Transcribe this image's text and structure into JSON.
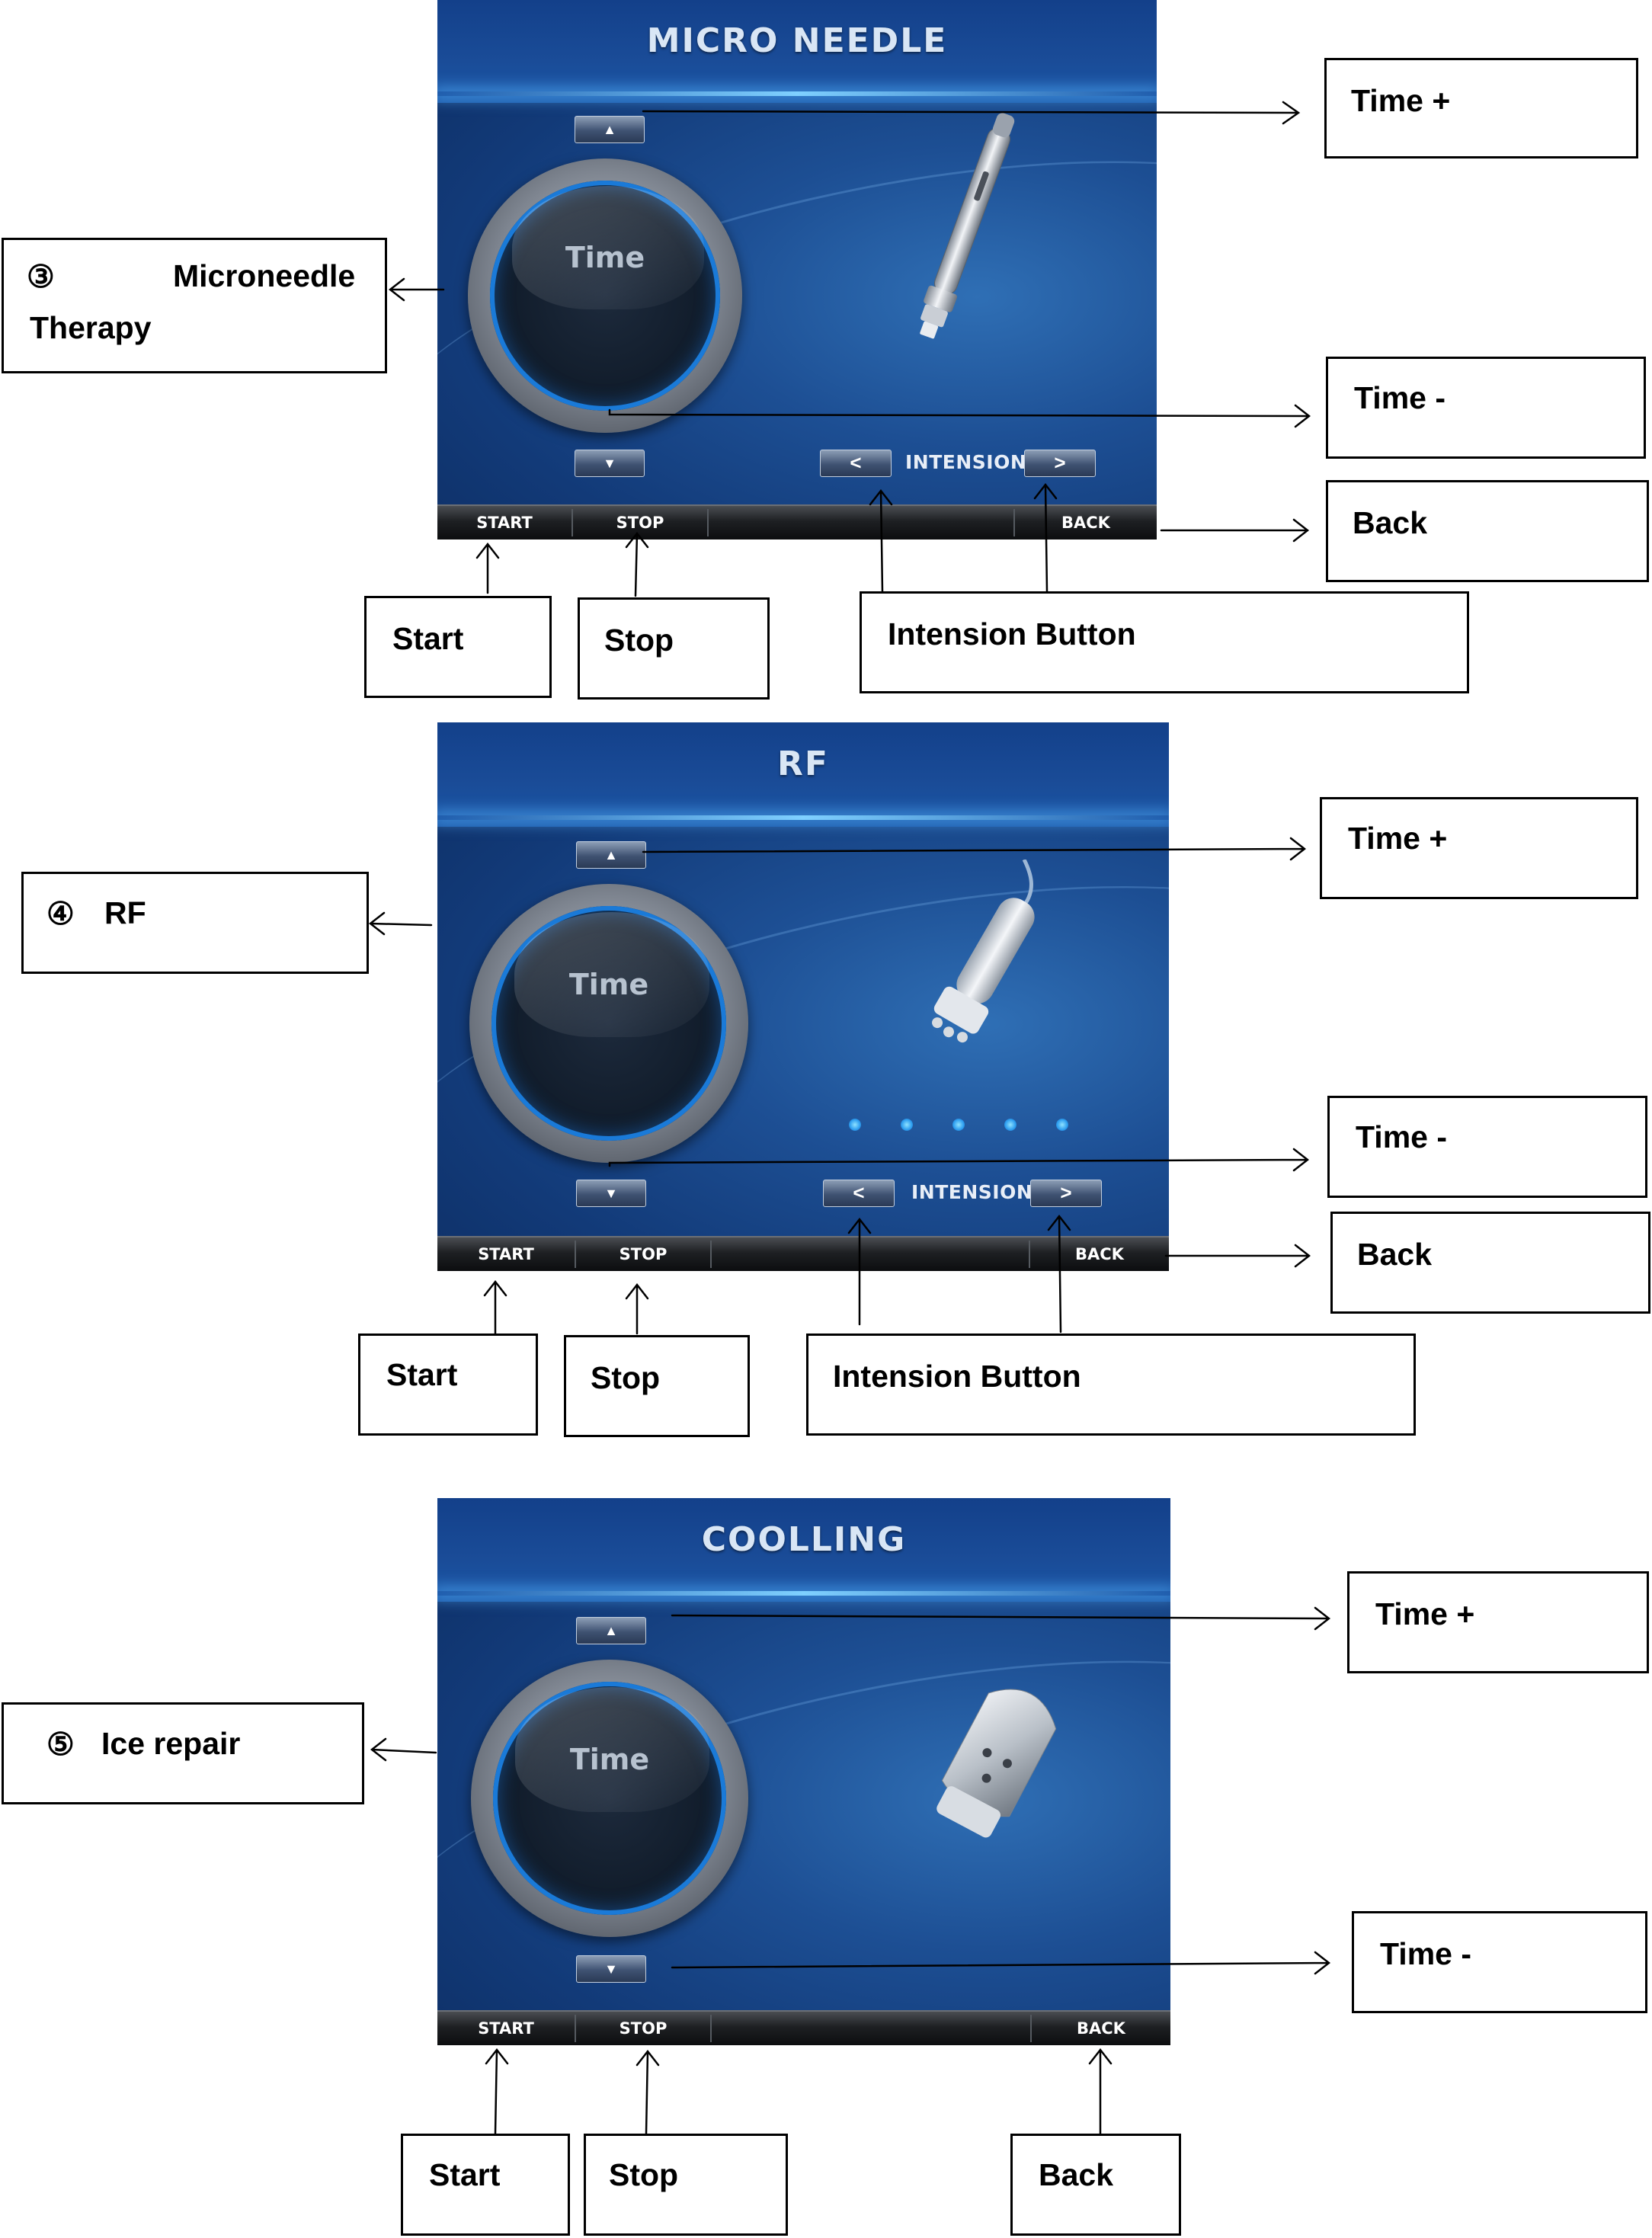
{
  "panels": [
    {
      "title": "MICRO NEEDLE",
      "dial_label": "Time",
      "up_arrow": "▲",
      "down_arrow": "▼",
      "intension_label": "INTENSION",
      "int_left": "<",
      "int_right": ">",
      "bar": {
        "start": "START",
        "stop": "STOP",
        "back": "BACK"
      },
      "callouts": {
        "time_plus": "Time +",
        "time_minus": "Time -",
        "back": "Back",
        "start": "Start",
        "stop": "Stop",
        "intension": "Intension Button",
        "mode_num": "③",
        "mode_line1": "Microneedle",
        "mode_line2": "Therapy"
      }
    },
    {
      "title": "RF",
      "dial_label": "Time",
      "up_arrow": "▲",
      "down_arrow": "▼",
      "intension_label": "INTENSION",
      "int_left": "<",
      "int_right": ">",
      "bar": {
        "start": "START",
        "stop": "STOP",
        "back": "BACK"
      },
      "callouts": {
        "time_plus": "Time +",
        "time_minus": "Time -",
        "back": "Back",
        "start": "Start",
        "stop": "Stop",
        "intension": "Intension Button",
        "mode_num": "④",
        "mode_line1": "RF"
      }
    },
    {
      "title": "COOLLING",
      "dial_label": "Time",
      "up_arrow": "▲",
      "down_arrow": "▼",
      "bar": {
        "start": "START",
        "stop": "STOP",
        "back": "BACK"
      },
      "callouts": {
        "time_plus": "Time +",
        "time_minus": "Time -",
        "back": "Back",
        "start": "Start",
        "stop": "Stop",
        "mode_num": "⑤",
        "mode_line1": "Ice repair"
      }
    }
  ]
}
